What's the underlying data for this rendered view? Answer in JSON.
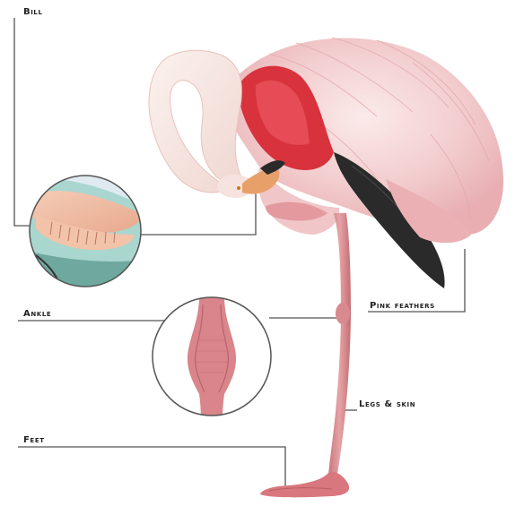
{
  "labels": {
    "bill": "Bill",
    "ankle": "Ankle",
    "feet": "Feet",
    "pink_feathers": "Pink feathers",
    "legs_skin": "Legs & skin"
  },
  "colors": {
    "plumage_light": "#f4d6d6",
    "plumage_pink": "#eab0b4",
    "covert_red": "#d8323c",
    "flight_black": "#2a2a2a",
    "leg_pink": "#d98a8f",
    "bill_orange": "#e8a06a",
    "leader_line": "#555555"
  }
}
